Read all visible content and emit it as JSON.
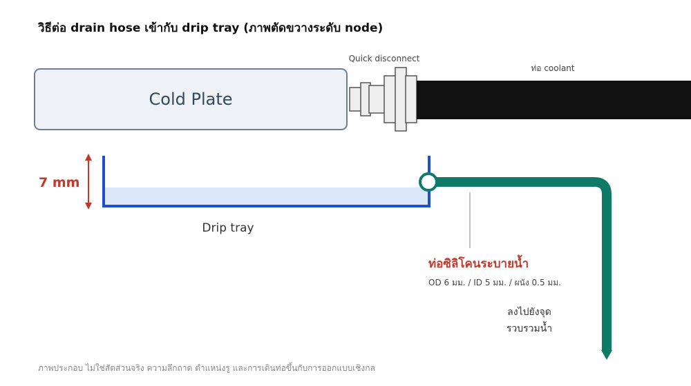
{
  "title": "วิธีต่อ drain hose เข้ากับ drip tray (ภาพตัดขวางระดับ node)",
  "cold_plate_label": "Cold Plate",
  "quick_disconnect_label": "Quick disconnect",
  "coolant_label": "ท่อ coolant",
  "drip_tray_label": "Drip tray",
  "depth_label": "7 mm",
  "hose": {
    "title": "ท่อซิลิโคนระบายน้ำ",
    "spec": "OD 6 มม. / ID 5 มม. / ผนัง 0.5 มม."
  },
  "destination_lines": [
    "ลงไปยังจุด",
    "รวบรวมน้ำ"
  ],
  "footer": "ภาพประกอบ ไม่ใช่สัดส่วนจริง ความลึกถาด ตำแหน่งรู และการเดินท่อขึ้นกับการออกแบบเชิงกล",
  "colors": {
    "accent_red": "#c0392b",
    "tray_blue": "#1f4fd1",
    "water_fill": "#dbe8fb",
    "hose_green": "#0f7a68",
    "coolant_pipe": "#111111",
    "plate_fill": "#eef1f6",
    "plate_border": "#6b7c93"
  }
}
